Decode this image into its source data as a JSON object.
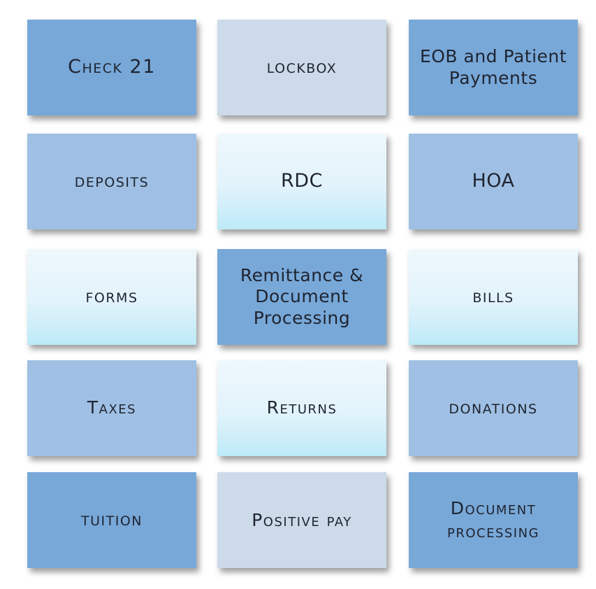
{
  "tiles": [
    {
      "label": "Check 21"
    },
    {
      "label": "lockbox"
    },
    {
      "label": "EOB and Patient Payments"
    },
    {
      "label": "deposits"
    },
    {
      "label": "RDC"
    },
    {
      "label": "HOA"
    },
    {
      "label": "forms"
    },
    {
      "label": "Remittance & Document Processing"
    },
    {
      "label": "bills"
    },
    {
      "label": "Taxes"
    },
    {
      "label": "Returns"
    },
    {
      "label": "donations"
    },
    {
      "label": "tuition"
    },
    {
      "label": "Positive pay"
    },
    {
      "label": "Document processing"
    }
  ],
  "colors": {
    "dark": "#78a8d8",
    "mid": "#9fc0e4",
    "grey": "#ccdae9",
    "light_top": "#eef8fd",
    "light_bottom": "#bdeaf8",
    "text": "#1f2430"
  }
}
